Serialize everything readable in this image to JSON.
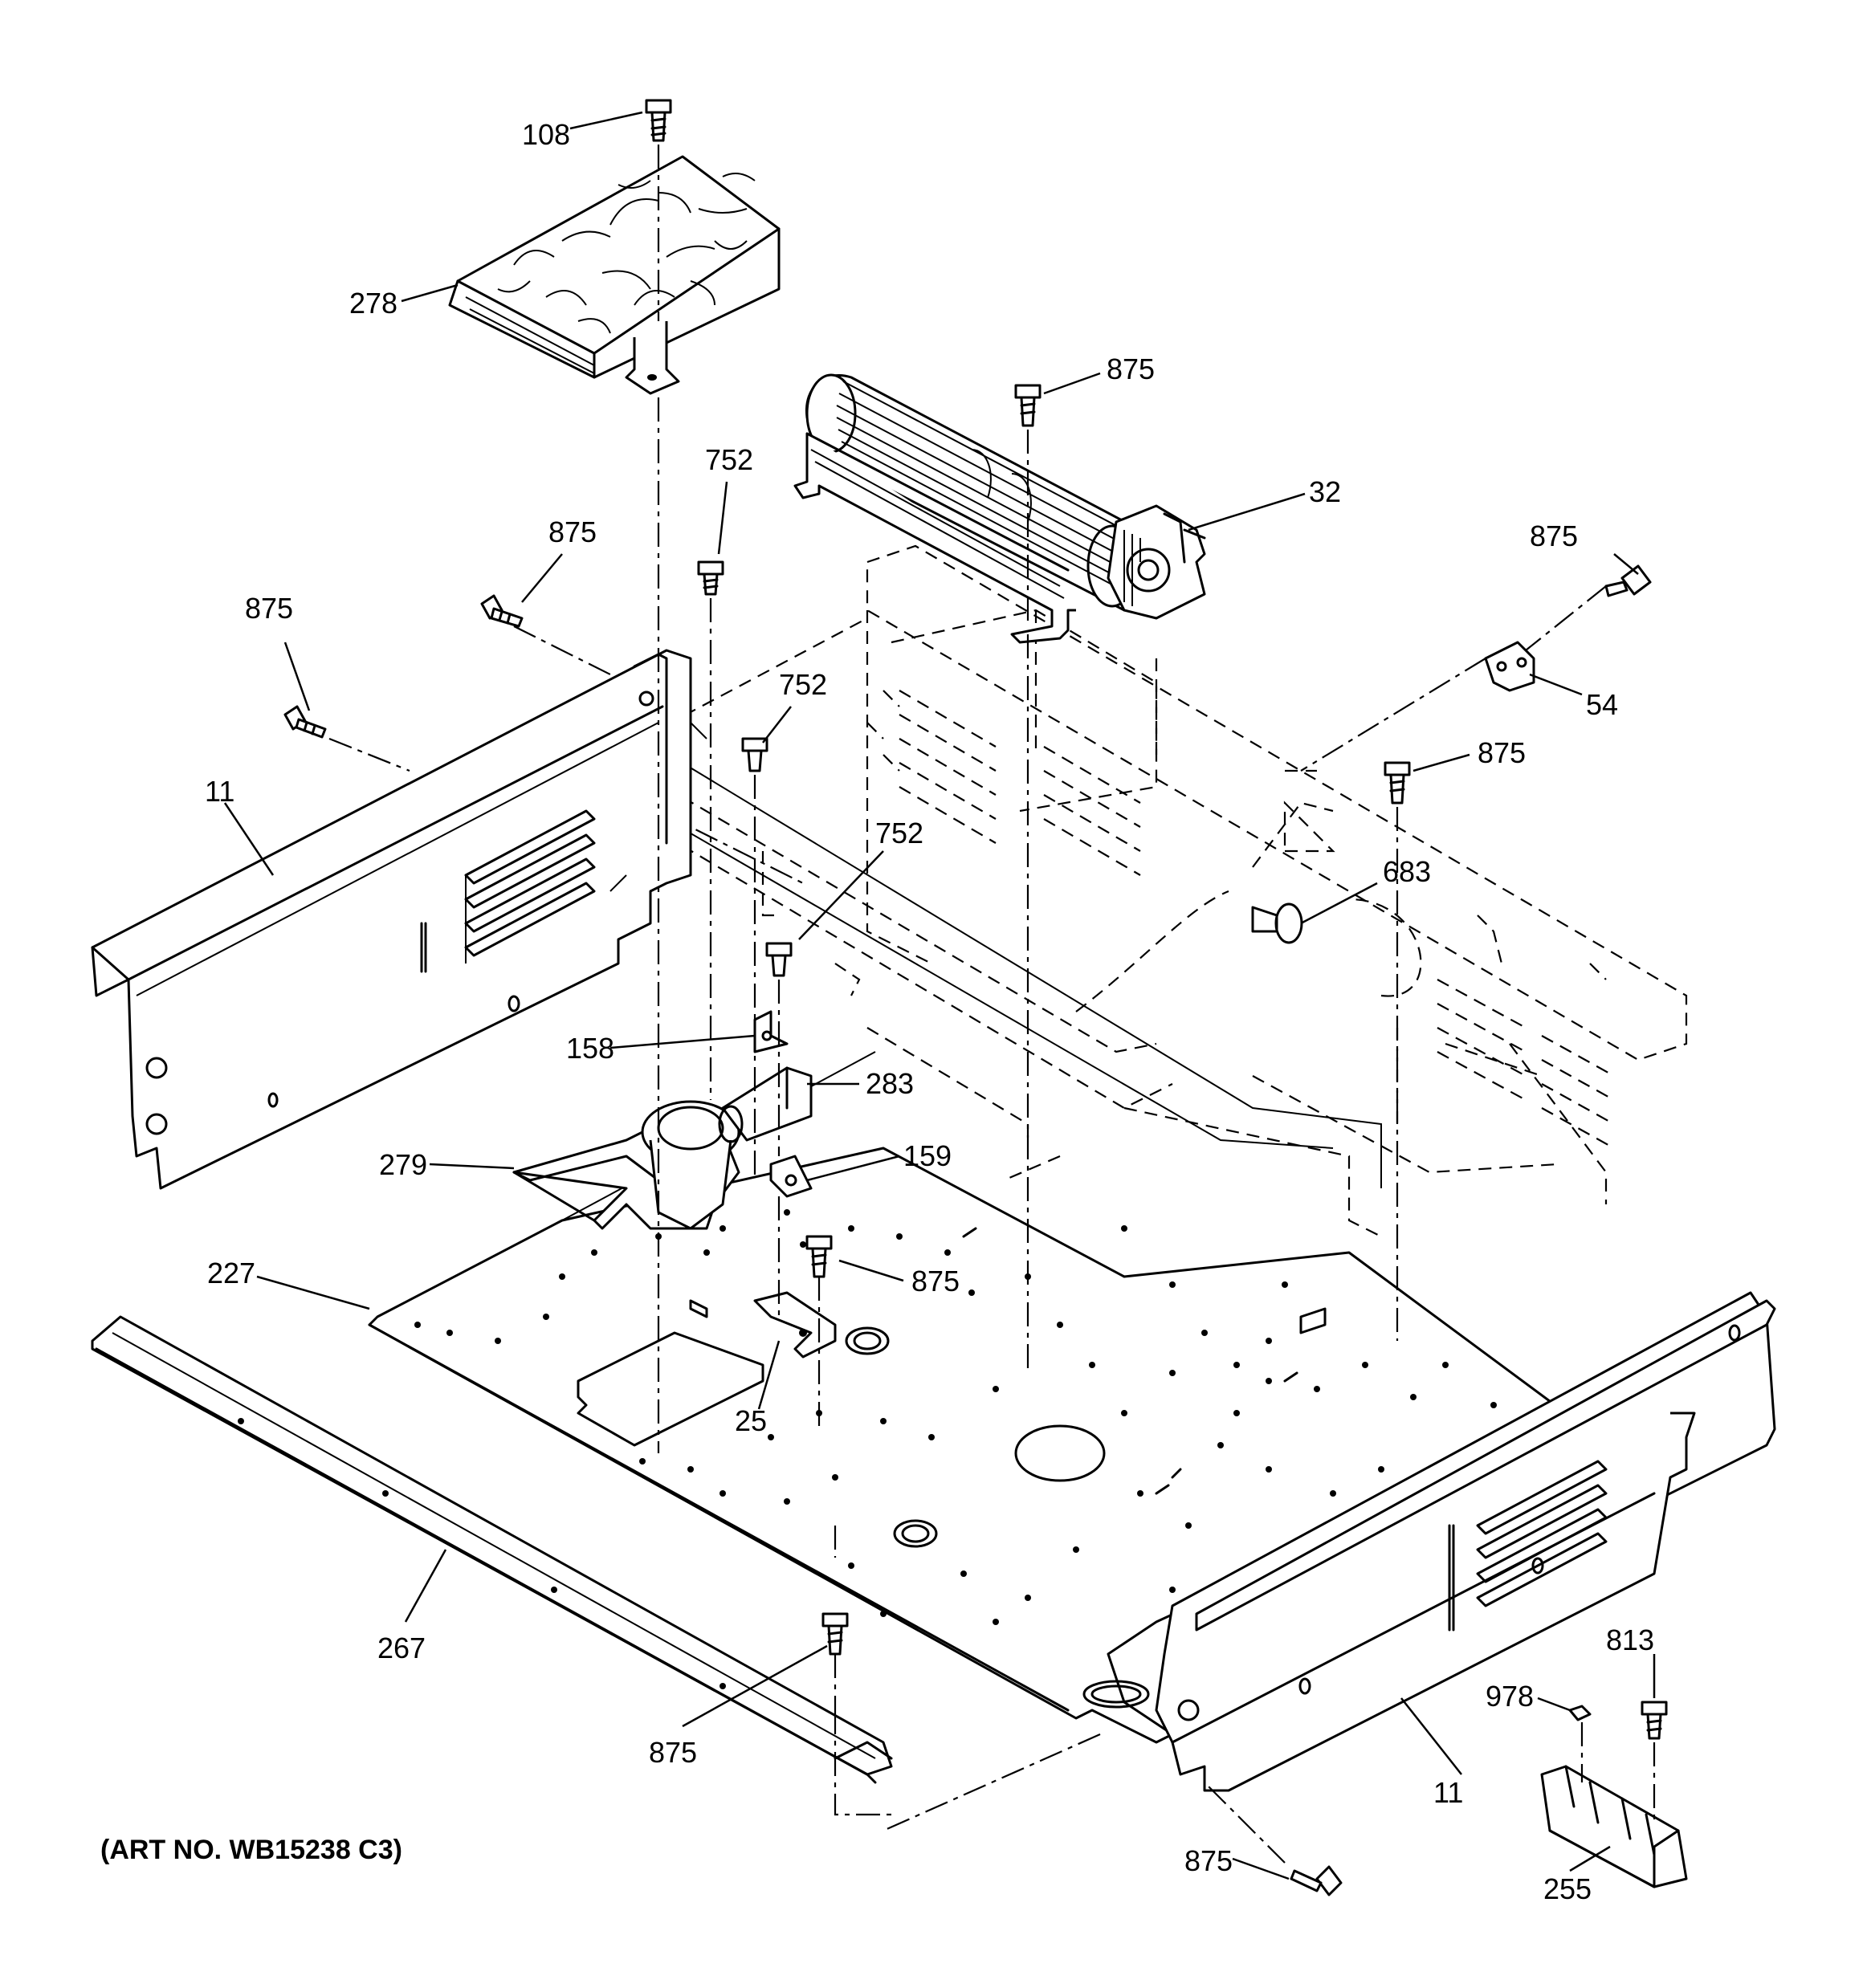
{
  "callouts": {
    "p108": "108",
    "p278": "278",
    "p875_fan": "875",
    "p752_a": "752",
    "p32": "32",
    "p875_top_left": "875",
    "p875_top_right": "875",
    "p875_left": "875",
    "p54": "54",
    "p752_b": "752",
    "p875_mid_right": "875",
    "p11_left": "11",
    "p752_c": "752",
    "p683": "683",
    "p158": "158",
    "p283": "283",
    "p279": "279",
    "p159": "159",
    "p227": "227",
    "p875_bracket": "875",
    "p25": "25",
    "p267": "267",
    "p875_bottom": "875",
    "p813": "813",
    "p978": "978",
    "p11_right": "11",
    "p875_bottom_right": "875",
    "p255": "255"
  },
  "art_number": "(ART NO. WB15238 C3)"
}
